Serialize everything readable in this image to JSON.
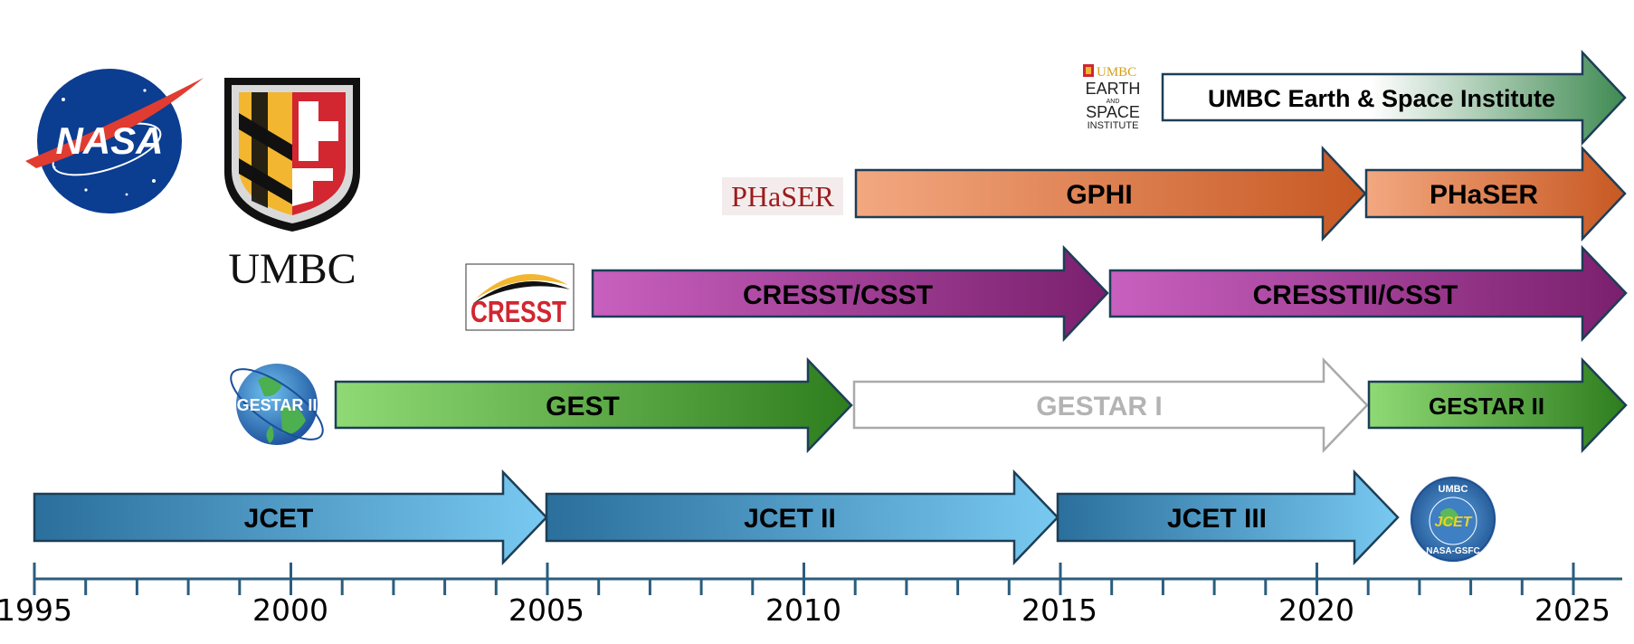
{
  "logos": {
    "nasa": {
      "text": "NASA",
      "icon": "nasa-meatball-icon"
    },
    "umbc": {
      "text": "UMBC",
      "icon": "umbc-shield-icon"
    },
    "earth_space": {
      "lines": [
        "UMBC",
        "EARTH",
        "AND",
        "SPACE",
        "INSTITUTE"
      ],
      "icon": "umbc-earth-space-logo"
    },
    "phaser": {
      "text": "PHaSER"
    },
    "cresst": {
      "text": "CRESST",
      "icon": "cresst-logo"
    },
    "gestar": {
      "text": "GESTAR II",
      "icon": "gestar-globe-icon"
    },
    "jcet": {
      "top": "UMBC",
      "center": "JCET",
      "bottom": "NASA-GSFC",
      "icon": "jcet-seal-icon"
    }
  },
  "timeline": {
    "years": [
      "1995",
      "2000",
      "2005",
      "2010",
      "2015",
      "2020",
      "2025"
    ]
  },
  "bars": [
    {
      "id": "umbc-esi",
      "label": "UMBC Earth & Space Institute",
      "style": "green-outline"
    },
    {
      "id": "gphi",
      "label": "GPHI",
      "style": "orange"
    },
    {
      "id": "phaser",
      "label": "PHaSER",
      "style": "orange"
    },
    {
      "id": "cresst-csst",
      "label": "CRESST/CSST",
      "style": "purple"
    },
    {
      "id": "cresstii-csst",
      "label": "CRESSTII/CSST",
      "style": "purple"
    },
    {
      "id": "gest",
      "label": "GEST",
      "style": "green"
    },
    {
      "id": "gestar-i",
      "label": "GESTAR I",
      "style": "white"
    },
    {
      "id": "gestar-ii",
      "label": "GESTAR II",
      "style": "green"
    },
    {
      "id": "jcet",
      "label": "JCET",
      "style": "blue"
    },
    {
      "id": "jcet-ii",
      "label": "JCET II",
      "style": "blue"
    },
    {
      "id": "jcet-iii",
      "label": "JCET III",
      "style": "blue"
    }
  ],
  "colors": {
    "axis": "#2a5d7e",
    "blue_dark": "#2b6f9c",
    "blue_light": "#78c9f1",
    "green_dark": "#2e7d1e",
    "green_light": "#8fda74",
    "purple_dark": "#7a1f6d",
    "purple_light": "#c860bf",
    "orange_dark": "#c75822",
    "orange_light": "#f3a880",
    "arrow_stroke": "#1d3e57",
    "gestar_i_text": "#b3b3b3",
    "nasa_blue": "#0b3d91",
    "nasa_red": "#e03c31",
    "umbc_gold": "#f2b631",
    "umbc_red": "#d22630",
    "phaser_red": "#9b1c1c"
  }
}
